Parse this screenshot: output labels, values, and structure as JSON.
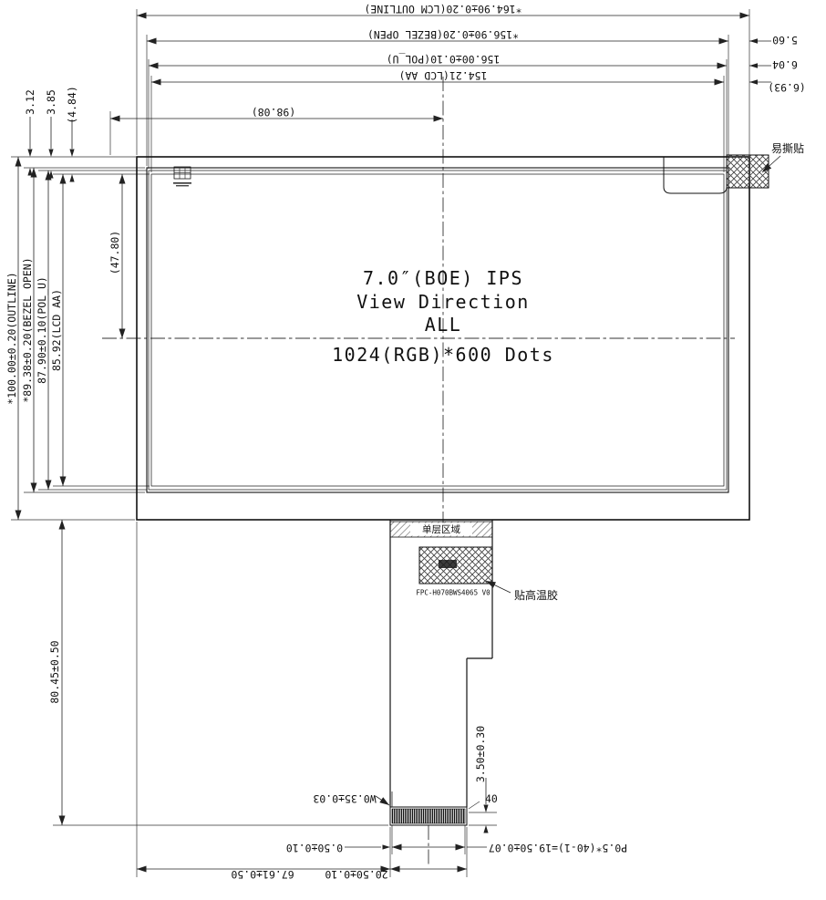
{
  "drawing": {
    "horizontal_dims": {
      "lcm_outline": "*164.90±0.20(LCM OUTLINE)",
      "bezel_open": "*156.90±0.20(BEZEL OPEN)",
      "pol_u": "156.00±0.10(POL_U)",
      "lcd_aa": "154.21(LCD AA)",
      "aa_center_ref": "(98.08)"
    },
    "right_gap_dims": {
      "bezel_gap": "5.60",
      "pol_gap": "6.04",
      "aa_gap": "(6.93)"
    },
    "top_left_gap_dims": {
      "bezel_gap": "3.12",
      "pol_gap": "3.85",
      "aa_gap": "(4.84)"
    },
    "vertical_dims": {
      "outline": "*100.00±0.20(OUTLINE)",
      "bezel_open": "*89.38±0.20(BEZEL OPEN)",
      "pol_u": "87.90±0.10(POL_U)",
      "lcd_aa": "85.92(LCD AA)",
      "aa_center_ref": "(47.80)"
    },
    "panel_label": {
      "line1": "7.0″(BOE) IPS",
      "line2": "View Direction",
      "line3": "ALL",
      "line4": "1024(RGB)*600 Dots"
    },
    "annotations": {
      "tear_sticker": "易撕贴",
      "single_layer_zone": "单层区域",
      "high_temp_tape": "贴高温胶",
      "fpc_part_number": "FPC-H070BWS4065 V0",
      "pin_count": "40"
    },
    "fpc_dims": {
      "fpc_length": "80.45±0.50",
      "stiffener_height": "3.50±0.30",
      "contact_width": "W0.35±0.03",
      "contact_pitch_span": "P0.5*(40-1)=19.50±0.07",
      "edge_margin": "0.50±0.10",
      "connector_width": "20.50±0.10",
      "connector_offset": "67.61±0.50"
    }
  }
}
